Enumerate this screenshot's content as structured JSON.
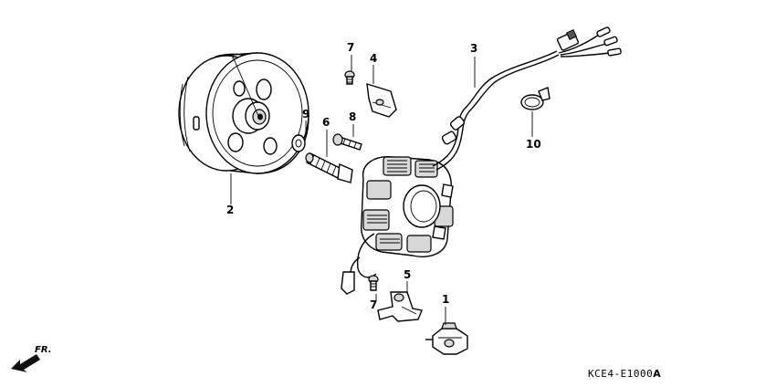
{
  "callouts": {
    "c1": "1",
    "c2": "2",
    "c3": "3",
    "c4": "4",
    "c5": "5",
    "c6": "6",
    "c7a": "7",
    "c7b": "7",
    "c8": "8",
    "c9": "9",
    "c10": "10"
  },
  "direction_label": "FR.",
  "diagram_code": "KCE4-E1000",
  "diagram_code_suffix": "A"
}
